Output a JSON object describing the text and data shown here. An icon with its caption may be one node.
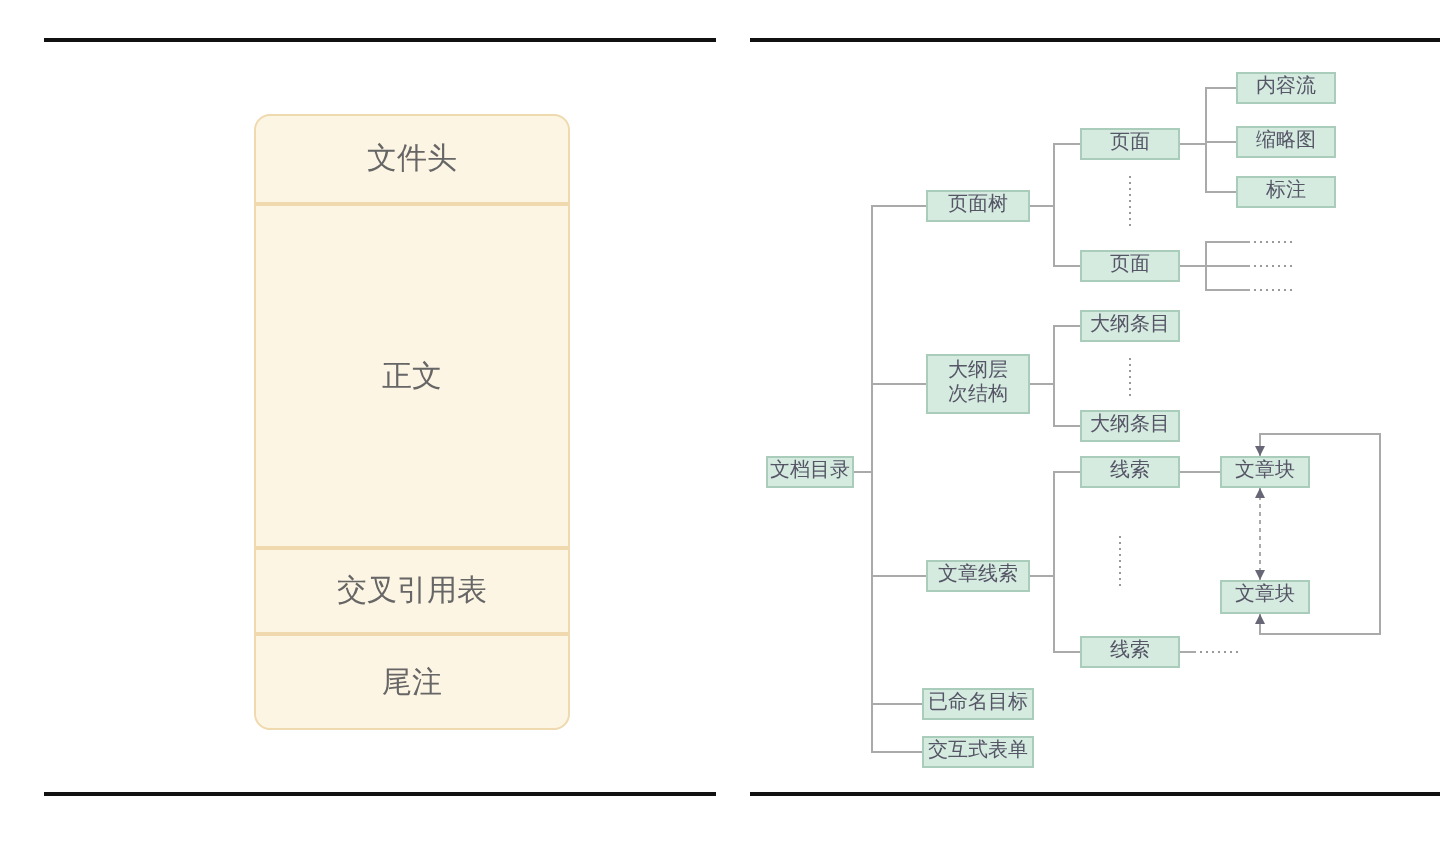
{
  "diagram": {
    "nodes": [
      {
        "text": [],
        "shape": "box"
      },
      {
        "text": [
          "文件头"
        ],
        "in": 0
      },
      {
        "text": [
          "正文"
        ],
        "in": 0
      },
      {
        "text": [
          "交叉引用表"
        ],
        "in": 0
      },
      {
        "text": [
          "尾注"
        ],
        "in": 0
      },
      {
        "text": [
          "文档目录"
        ]
      },
      {
        "text": [
          "页面树"
        ]
      },
      {
        "text": [
          "大纲层次结构"
        ]
      },
      {
        "text": [
          "文章线索"
        ]
      },
      {
        "text": [
          "已命名目标"
        ]
      },
      {
        "text": [
          "交互式表单"
        ]
      },
      {
        "text": [
          "页面"
        ]
      },
      {
        "text": [
          "页面"
        ]
      },
      {
        "text": [
          "内容流"
        ]
      },
      {
        "text": [
          "缩略图"
        ]
      },
      {
        "text": [
          "标注"
        ]
      },
      {
        "text": [
          "大纲条目"
        ]
      },
      {
        "text": [
          "大纲条目"
        ]
      },
      {
        "text": [
          "线索"
        ]
      },
      {
        "text": [
          "线索"
        ]
      },
      {
        "text": [
          "文章块"
        ]
      },
      {
        "text": [
          "文章块"
        ]
      }
    ],
    "edges": [
      {
        "from": 5,
        "to": 6,
        "arrow": "none"
      },
      {
        "from": 5,
        "to": 7,
        "arrow": "none"
      },
      {
        "from": 5,
        "to": 8,
        "arrow": "none"
      },
      {
        "from": 5,
        "to": 9,
        "arrow": "none"
      },
      {
        "from": 5,
        "to": 10,
        "arrow": "none"
      },
      {
        "from": 6,
        "to": 11,
        "arrow": "none"
      },
      {
        "from": 6,
        "to": 12,
        "arrow": "none"
      },
      {
        "from": 11,
        "to": 13,
        "arrow": "none"
      },
      {
        "from": 11,
        "to": 14,
        "arrow": "none"
      },
      {
        "from": 11,
        "to": 15,
        "arrow": "none"
      },
      {
        "from": 12,
        "to": null,
        "arrow": "none"
      },
      {
        "from": 12,
        "to": null,
        "arrow": "none"
      },
      {
        "from": 12,
        "to": null,
        "arrow": "none"
      },
      {
        "from": 7,
        "to": 16,
        "arrow": "none"
      },
      {
        "from": 7,
        "to": 17,
        "arrow": "none"
      },
      {
        "from": 8,
        "to": 18,
        "arrow": "none"
      },
      {
        "from": 8,
        "to": 19,
        "arrow": "none"
      },
      {
        "from": 18,
        "to": 20,
        "arrow": "none"
      },
      {
        "from": 19,
        "to": null,
        "arrow": "none"
      },
      {
        "from": 20,
        "to": 21,
        "arrow": "both",
        "style": "dashed"
      },
      {
        "from": 21,
        "to": 20,
        "arrow": "both"
      }
    ]
  }
}
